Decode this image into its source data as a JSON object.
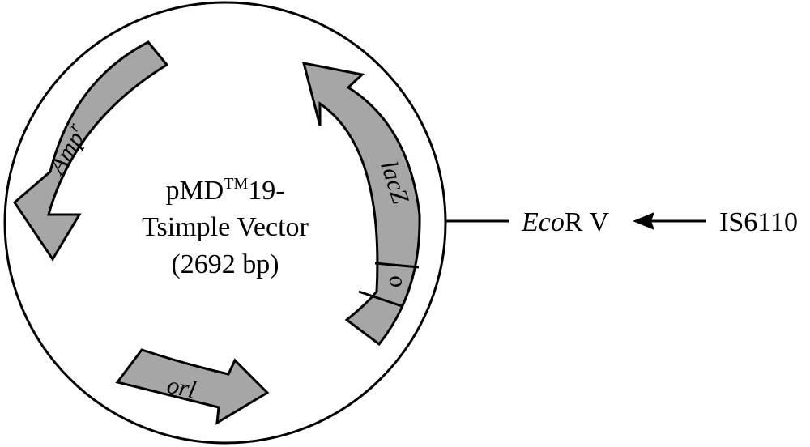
{
  "plasmid": {
    "name_line1_prefix": "pMD",
    "name_line1_sup": "TM",
    "name_line1_suffix": "19-",
    "name_line2": "Tsimple Vector",
    "size": "(2692 bp)"
  },
  "genes": {
    "amp_base": "Amp",
    "amp_sup": "r",
    "lacz": "lacZ",
    "operator": "o",
    "ori": "orl"
  },
  "insertion": {
    "site_italic": "Eco",
    "site_rest": "R V",
    "element": "IS6110"
  },
  "colors": {
    "gene_fill": "#a6a6a6",
    "stroke": "#000000",
    "background": "#ffffff"
  }
}
